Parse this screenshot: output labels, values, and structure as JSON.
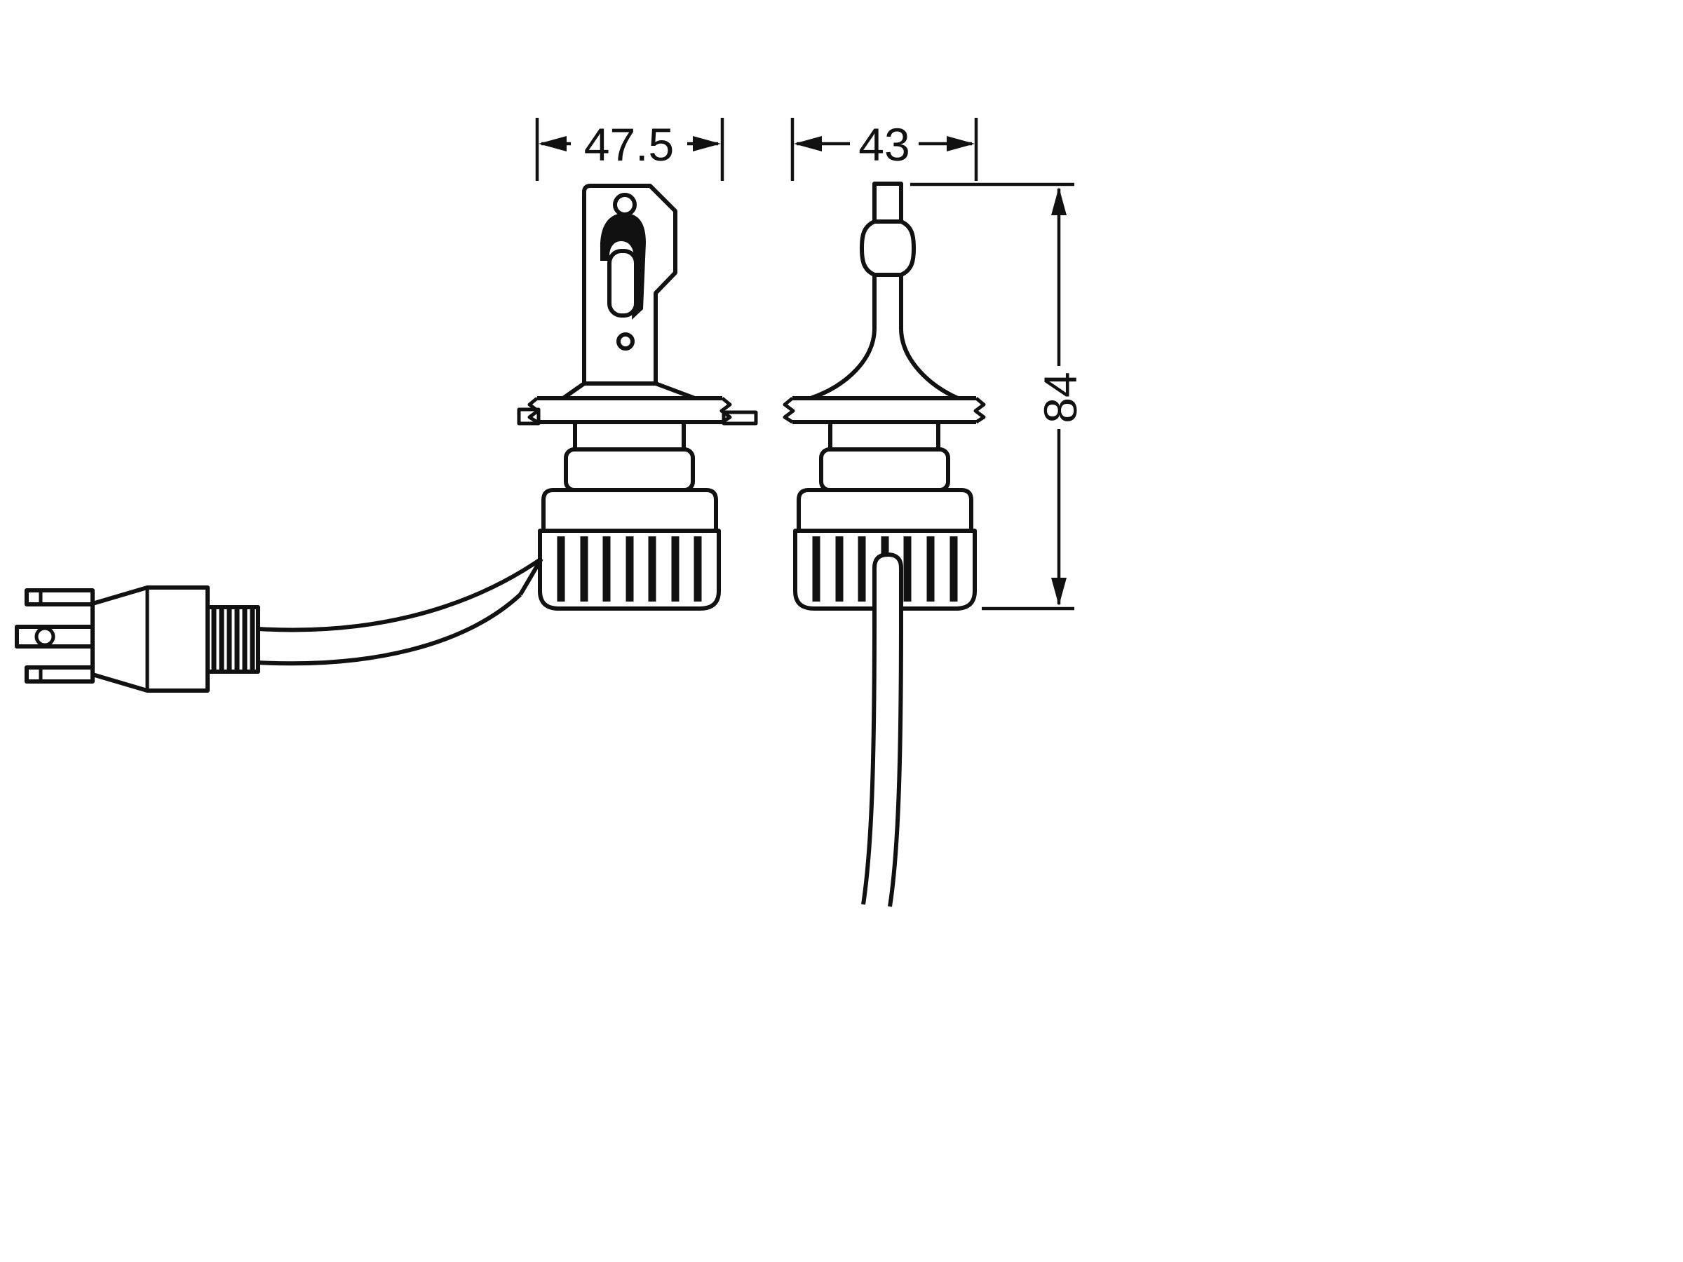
{
  "diagram": {
    "type": "technical-dimension-drawing",
    "subject": "LED retrofit headlight bulb (H4 type), front and side views with three-prong connector plug",
    "background_color": "#ffffff",
    "line_color": "#111111",
    "dimensions": {
      "front_width": "47.5",
      "side_width": "43",
      "overall_height": "84"
    }
  }
}
